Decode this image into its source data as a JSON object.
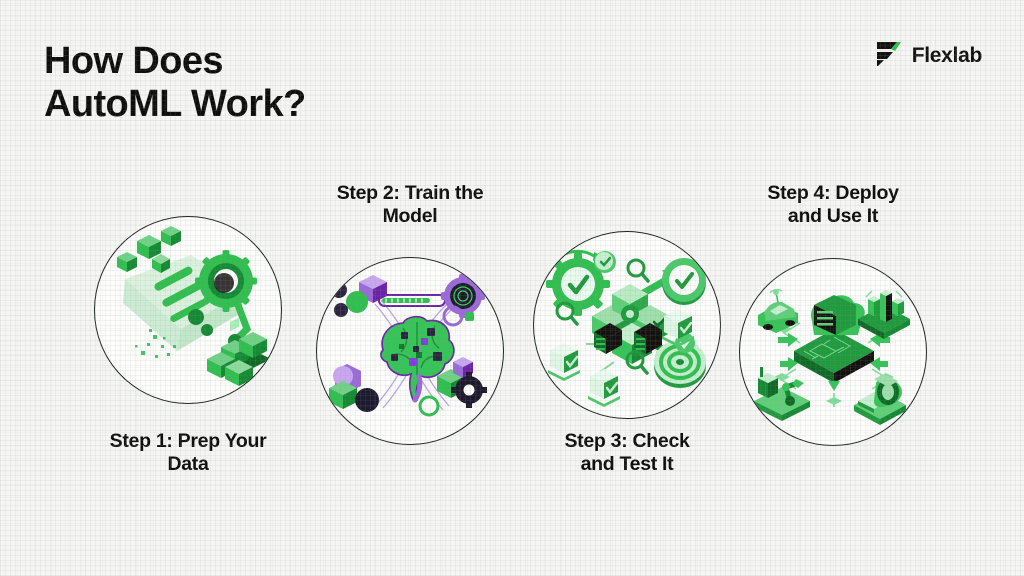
{
  "header": {
    "title": "How Does\nAutoML Work?",
    "brand_name": "Flexlab",
    "brand_mark": "flexlab-logo-icon"
  },
  "colors": {
    "background": "#f5f5f3",
    "text": "#0d0d0d",
    "circle_stroke": "#1b2420",
    "green_light": "#9ae6a8",
    "green": "#2fbf4f",
    "green_dark": "#148a33",
    "green_deep": "#0d6b26",
    "purple": "#a855f7",
    "purple_dark": "#6b21a8",
    "near_black": "#14120f"
  },
  "steps": [
    {
      "id": "step-1",
      "caption": "Step 1: Prep Your\nData",
      "caption_position": "below",
      "illustration_name": "data-prep-conveyor-illustration",
      "illustration_elements": [
        "conveyor-machine",
        "data-cubes",
        "gear-wheel",
        "stacked-cube-block",
        "scatter-particles"
      ]
    },
    {
      "id": "step-2",
      "caption": "Step 2: Train the\nModel",
      "caption_position": "above",
      "illustration_name": "model-training-brain-illustration",
      "illustration_elements": [
        "brain",
        "progress-bar",
        "gear-icon",
        "neural-nodes",
        "cubes",
        "connection-lines"
      ]
    },
    {
      "id": "step-3",
      "caption": "Step 3: Check\nand Test It",
      "caption_position": "below",
      "illustration_name": "testing-validation-illustration",
      "illustration_elements": [
        "cube-cluster",
        "checkmark-boxes",
        "gear-with-check",
        "magnifier-icon",
        "target-bullseye",
        "arrows"
      ]
    },
    {
      "id": "step-4",
      "caption": "Step 4: Deploy\nand Use It",
      "caption_position": "above",
      "illustration_name": "deployment-usecases-illustration",
      "illustration_elements": [
        "server-cloud-hub",
        "autonomous-car",
        "bar-chart",
        "factory-robot-arm",
        "mri-scanner",
        "network-links"
      ]
    }
  ]
}
